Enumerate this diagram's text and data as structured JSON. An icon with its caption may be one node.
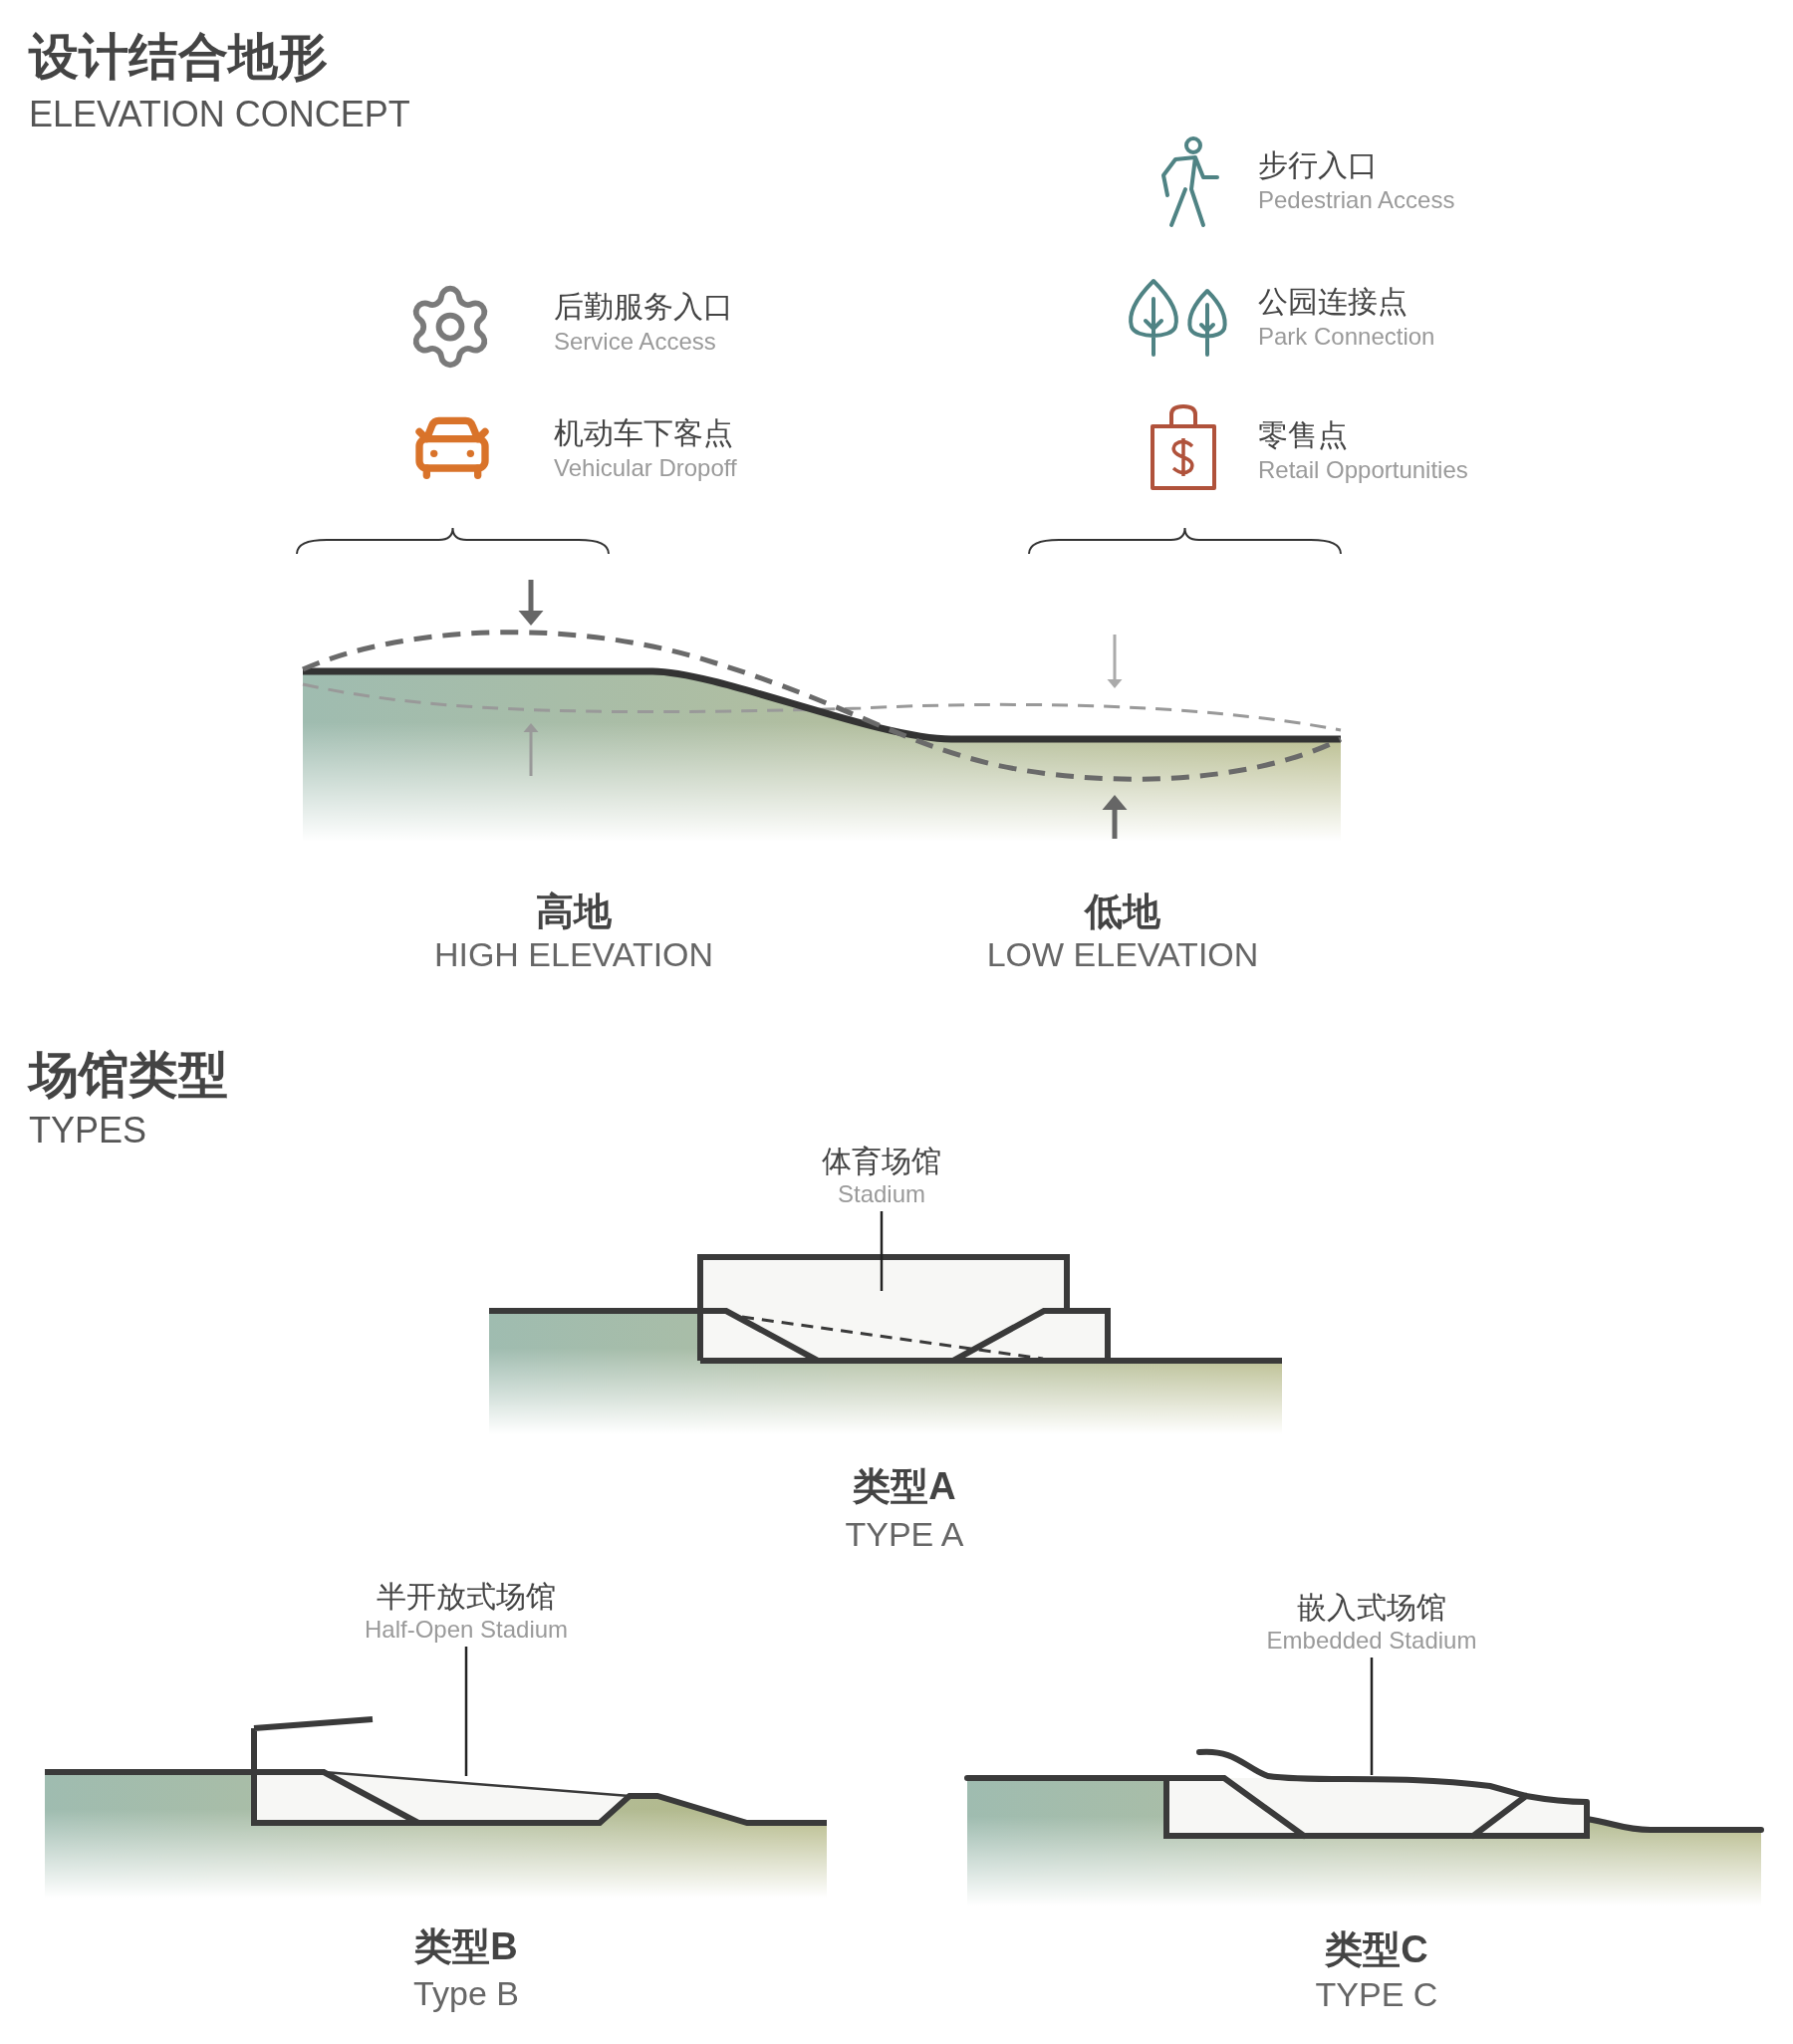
{
  "diagram": {
    "title": "设计结合地形",
    "nodes": [
      {
        "text": [
          "体育场馆",
          "Stadium"
        ]
      },
      {
        "text": [],
        "shape": "picture"
      },
      {
        "text": [
          "半开放式场馆",
          "Half-Open Stadium"
        ]
      },
      {
        "text": [],
        "shape": "picture"
      },
      {
        "text": [
          "嵌入式场馆",
          "Embedded Stadium"
        ]
      },
      {
        "text": [],
        "shape": "picture"
      }
    ],
    "edges": [
      {
        "from": 0,
        "to": 1,
        "arrow": "none"
      },
      {
        "from": 2,
        "to": 3,
        "arrow": "none"
      },
      {
        "from": 4,
        "to": 5,
        "arrow": "none"
      }
    ],
    "labels": [
      "ELEVATION CONCEPT",
      "步行入口",
      "Pedestrian Access",
      "后勤服务入口",
      "Service Access",
      "公园连接点",
      "Park Connection",
      "机动车下客点",
      "Vehicular Dropoff",
      "零售点",
      "Retail Opportunities",
      "高地",
      "HIGH ELEVATION",
      "低地",
      "LOW ELEVATION",
      "场馆类型",
      "TYPES",
      "类型A",
      "TYPE A",
      "类型B",
      "Type B",
      "类型C",
      "TYPE C"
    ]
  }
}
